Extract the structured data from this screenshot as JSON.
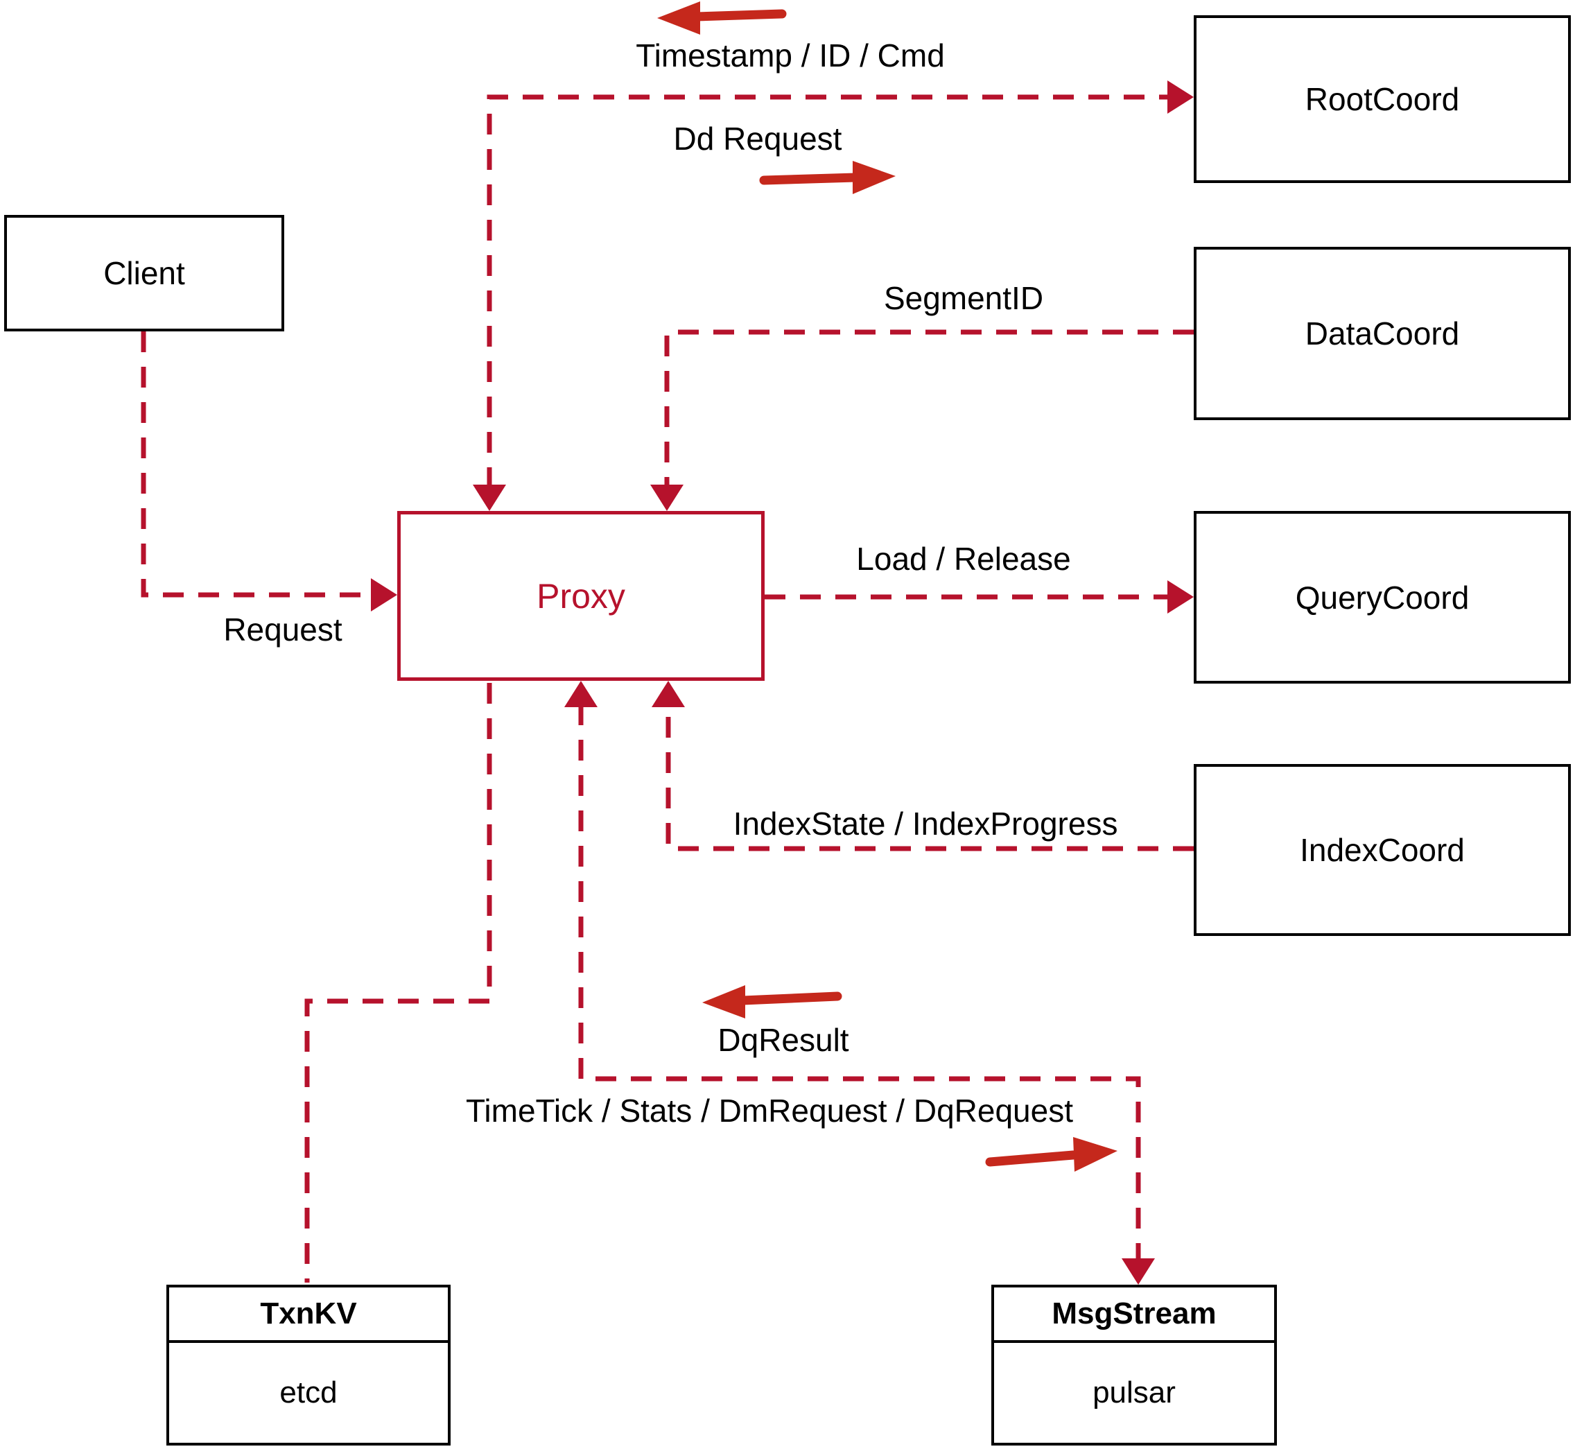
{
  "nodes": {
    "client": {
      "label": "Client"
    },
    "proxy": {
      "label": "Proxy"
    },
    "rootcoord": {
      "label": "RootCoord"
    },
    "datacoord": {
      "label": "DataCoord"
    },
    "querycoord": {
      "label": "QueryCoord"
    },
    "indexcoord": {
      "label": "IndexCoord"
    },
    "txnkv": {
      "title": "TxnKV",
      "subtitle": "etcd"
    },
    "msgstream": {
      "title": "MsgStream",
      "subtitle": "pulsar"
    }
  },
  "edge_labels": {
    "timestamp": "Timestamp / ID / Cmd",
    "dd_request": "Dd Request",
    "segment_id": "SegmentID",
    "load_release": "Load / Release",
    "index_state": "IndexState / IndexProgress",
    "dq_result": "DqResult",
    "timetick": "TimeTick / Stats / DmRequest / DqRequest",
    "request": "Request"
  },
  "colors": {
    "dashed_line": "#b6122c",
    "solid_arrow": "#c5281c",
    "proxy_accent": "#b6122c",
    "box_border": "#000000",
    "text": "#000000",
    "background": "#ffffff"
  }
}
